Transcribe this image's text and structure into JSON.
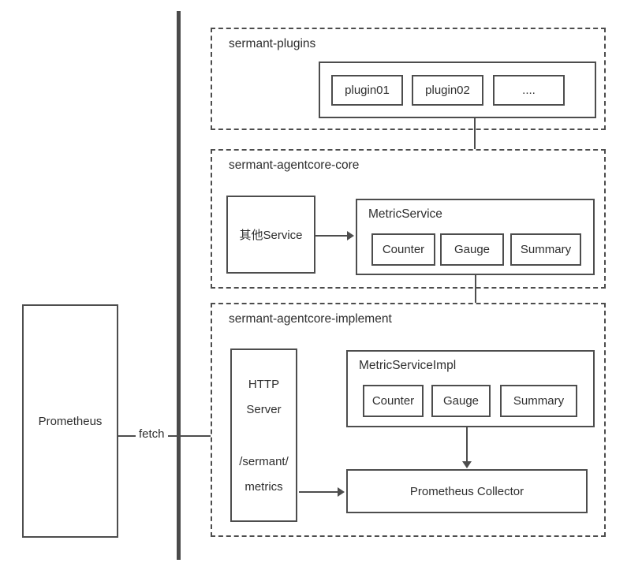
{
  "colors": {
    "stroke": "#4d4d4d",
    "text": "#2e2e2e",
    "background": "#ffffff"
  },
  "prometheus": {
    "label": "Prometheus"
  },
  "fetch": {
    "label": "fetch"
  },
  "plugins": {
    "title": "sermant-plugins",
    "items": [
      "plugin01",
      "plugin02",
      "...."
    ]
  },
  "core": {
    "title": "sermant-agentcore-core",
    "other_service": "其他Service",
    "metric_service": {
      "title": "MetricService",
      "items": [
        "Counter",
        "Gauge",
        "Summary"
      ]
    }
  },
  "implement": {
    "title": "sermant-agentcore-implement",
    "http_server": {
      "line1": "HTTP",
      "line2": "Server",
      "line3": "/sermant/",
      "line4": "metrics"
    },
    "metric_service_impl": {
      "title": "MetricServiceImpl",
      "items": [
        "Counter",
        "Gauge",
        "Summary"
      ]
    },
    "collector": {
      "label": "Prometheus Collector"
    }
  }
}
